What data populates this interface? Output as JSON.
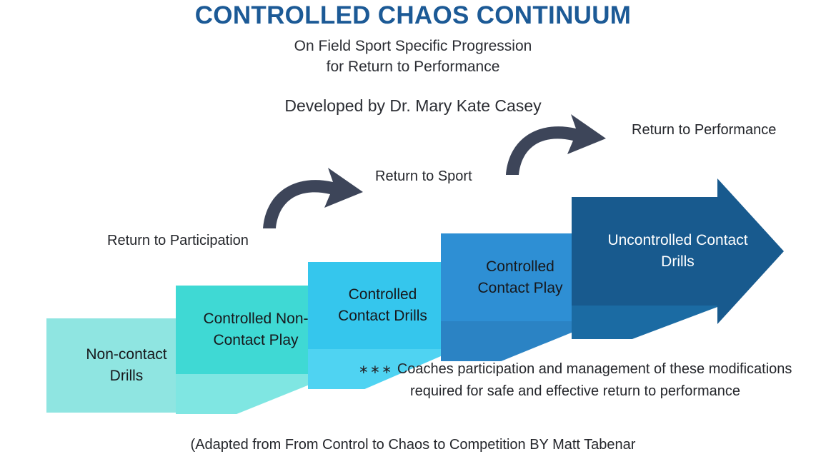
{
  "header": {
    "title": "CONTROLLED CHAOS CONTINUUM",
    "subtitle_line1": "On Field Sport Specific Progression",
    "subtitle_line2": "for Return to Performance",
    "developer": "Developed by Dr. Mary Kate Casey",
    "title_color": "#1C5A96"
  },
  "stages": [
    {
      "label_line1": "Non-contact",
      "label_line2": "Drills",
      "color": "#8FE5E1",
      "shadow": "#8FE5E1",
      "text_color": "#17181c"
    },
    {
      "label_line1": "Controlled Non-",
      "label_line2": "Contact Play",
      "color": "#3FD9D4",
      "shadow": "#7FE6E2",
      "text_color": "#17181c"
    },
    {
      "label_line1": "Controlled",
      "label_line2": "Contact Drills",
      "color": "#35C6ED",
      "shadow": "#4FD3F2",
      "text_color": "#17181c"
    },
    {
      "label_line1": "Controlled",
      "label_line2": "Contact Play",
      "color": "#2E8FD4",
      "shadow": "#2B83C4",
      "text_color": "#17181c"
    },
    {
      "label_line1": "Uncontrolled Contact",
      "label_line2": "Drills",
      "color": "#185A8E",
      "shadow": "#1B6BA3",
      "text_color": "#ffffff"
    }
  ],
  "milestones": {
    "participation": "Return to Participation",
    "sport": "Return to Sport",
    "performance": "Return to Performance",
    "arrow_color": "#3D4559"
  },
  "note": {
    "stars": "∗∗∗",
    "line1": "Coaches participation and management of these modifications",
    "line2": "required for safe and effective return to performance"
  },
  "credit": "(Adapted from From Control to Chaos to Competition BY Matt Tabenar"
}
